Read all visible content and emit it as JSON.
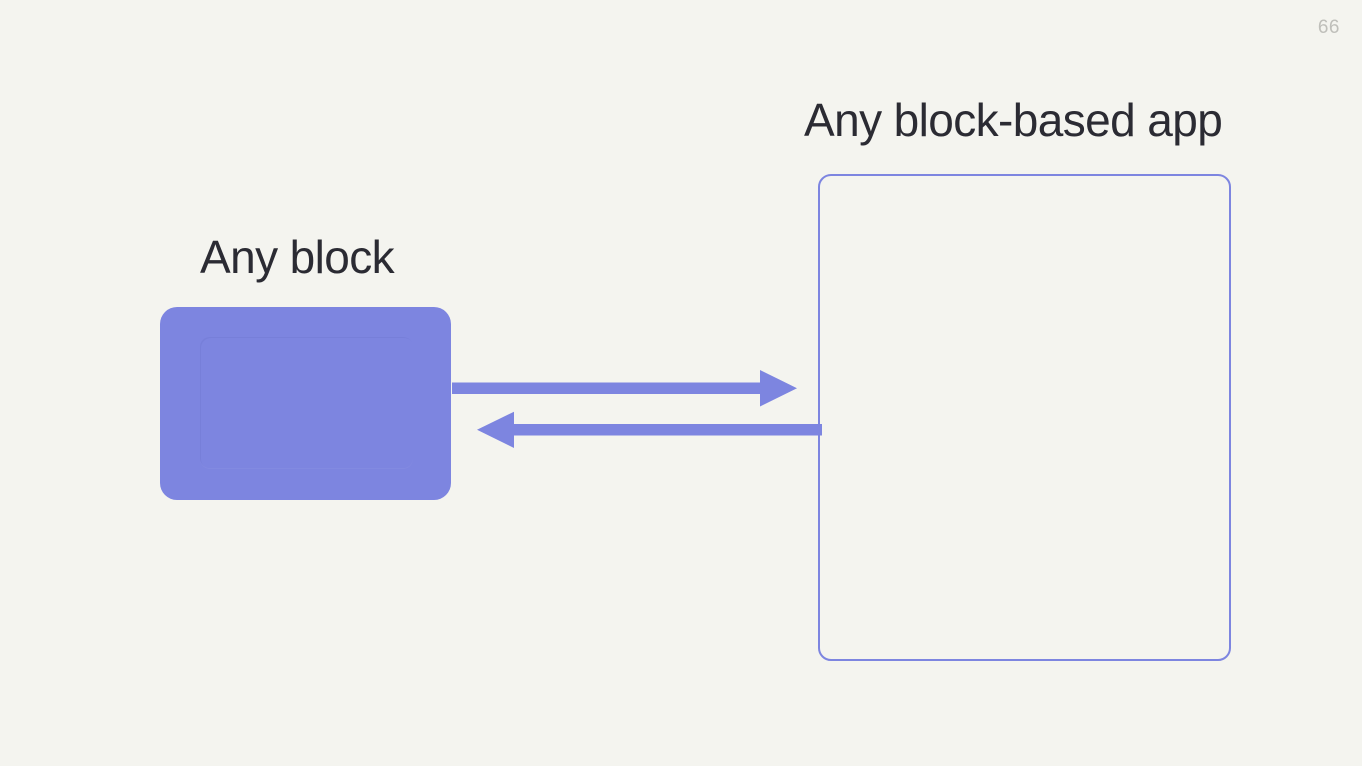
{
  "slide": {
    "page_number": "66",
    "background_color": "#f4f4ef",
    "accent_color": "#7d85e0",
    "text_color": "#2b2b33",
    "page_number_color": "#bfbfba"
  },
  "diagram": {
    "nodes": [
      {
        "id": "any-block",
        "label": "Any block",
        "style": "filled-rounded-rect",
        "fill": "#7d85e0"
      },
      {
        "id": "any-block-based-app",
        "label": "Any block-based app",
        "style": "outlined-rounded-rect",
        "stroke": "#7d85e0"
      }
    ],
    "edges": [
      {
        "id": "block-to-app",
        "from": "any-block",
        "to": "any-block-based-app",
        "direction": "forward",
        "color": "#7d85e0"
      },
      {
        "id": "app-to-block",
        "from": "any-block-based-app",
        "to": "any-block",
        "direction": "backward",
        "color": "#7d85e0"
      }
    ]
  }
}
